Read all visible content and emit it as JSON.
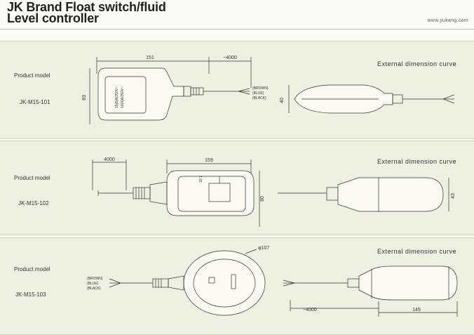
{
  "header": {
    "title_line1": "JK Brand Float switch/fluid",
    "title_line2": "Level controller",
    "url": "www.jiukang.com"
  },
  "panels": [
    {
      "product_model_label": "Product model",
      "model": "JK-M15-101",
      "external_label": "External dimension curve",
      "dims": {
        "length": "151",
        "cable": "~4000",
        "height": "83",
        "thickness": "40"
      },
      "wires": [
        "(BROWN)",
        "(BLUE)",
        "(BLACK)"
      ],
      "rating_text": [
        "15(8)A/250V~",
        "10(4)A/250V~"
      ]
    },
    {
      "product_model_label": "Product model",
      "model": "JK-M15-102",
      "external_label": "External dimension curve",
      "dims": {
        "cable": "4000",
        "length": "159",
        "height": "80",
        "inner": "18.7",
        "thickness": "43"
      }
    },
    {
      "product_model_label": "Product model",
      "model": "JK-M15-103",
      "external_label": "External dimension curve",
      "dims": {
        "diameter": "φ107",
        "cable": "~4000",
        "length": "145"
      },
      "wires": [
        "(BROWN)",
        "(BLUE)",
        "(BLACK)"
      ]
    }
  ]
}
